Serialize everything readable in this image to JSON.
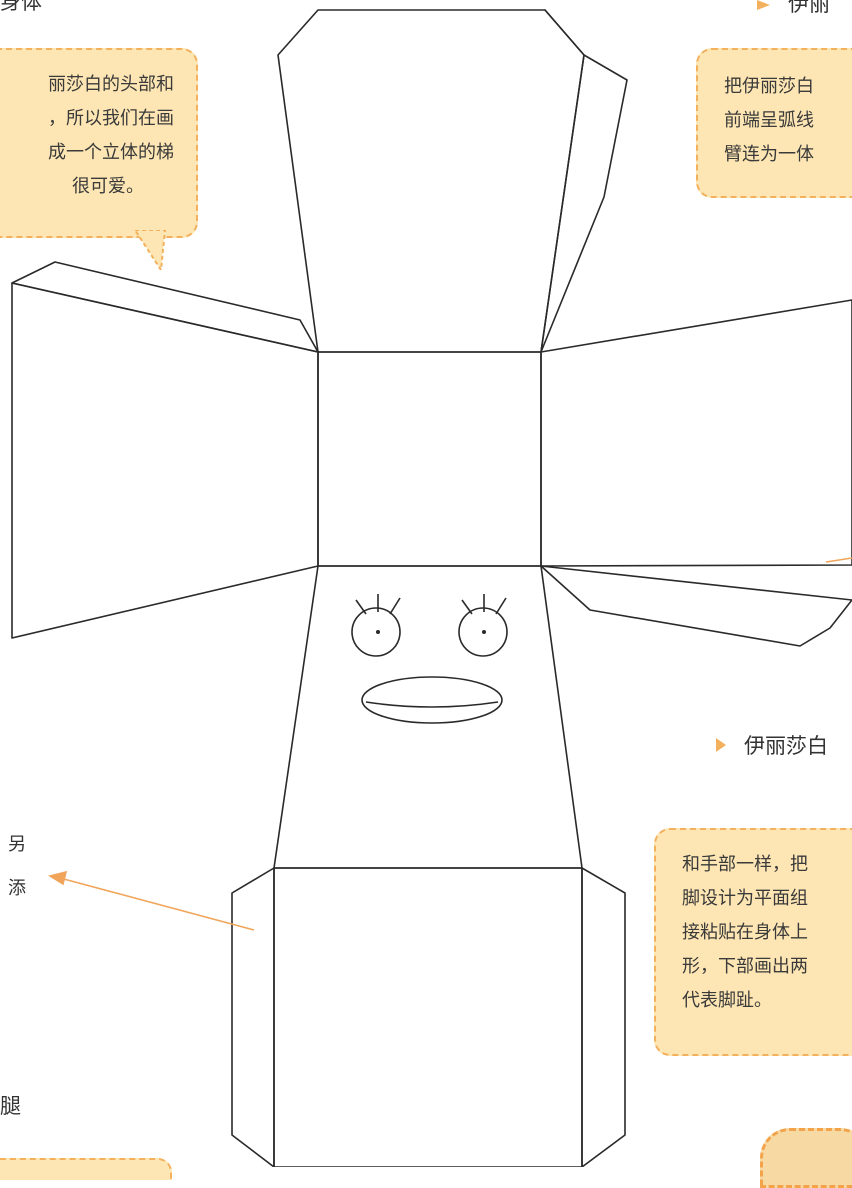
{
  "top_left_heading": "身体",
  "top_right_heading": "伊丽",
  "bubble_left": {
    "lines": [
      "丽莎白的头部和",
      "，所以我们在画",
      "成一个立体的梯",
      "很可爱。"
    ]
  },
  "bubble_right_top": {
    "lines": [
      "把伊丽莎白",
      "前端呈弧线",
      "臂连为一体"
    ]
  },
  "heading_right_mid": "伊丽莎白",
  "bubble_right_bottom": {
    "lines": [
      "和手部一样，把",
      "脚设计为平面组",
      "接粘贴在身体上",
      "形，下部画出两",
      "代表脚趾。"
    ]
  },
  "left_fragments": [
    "另",
    "添"
  ],
  "bottom_left_heading": "腿",
  "colors": {
    "accent": "#f3b15e",
    "bubble_fill": "#fde6b3",
    "line": "#2a2a2a"
  }
}
